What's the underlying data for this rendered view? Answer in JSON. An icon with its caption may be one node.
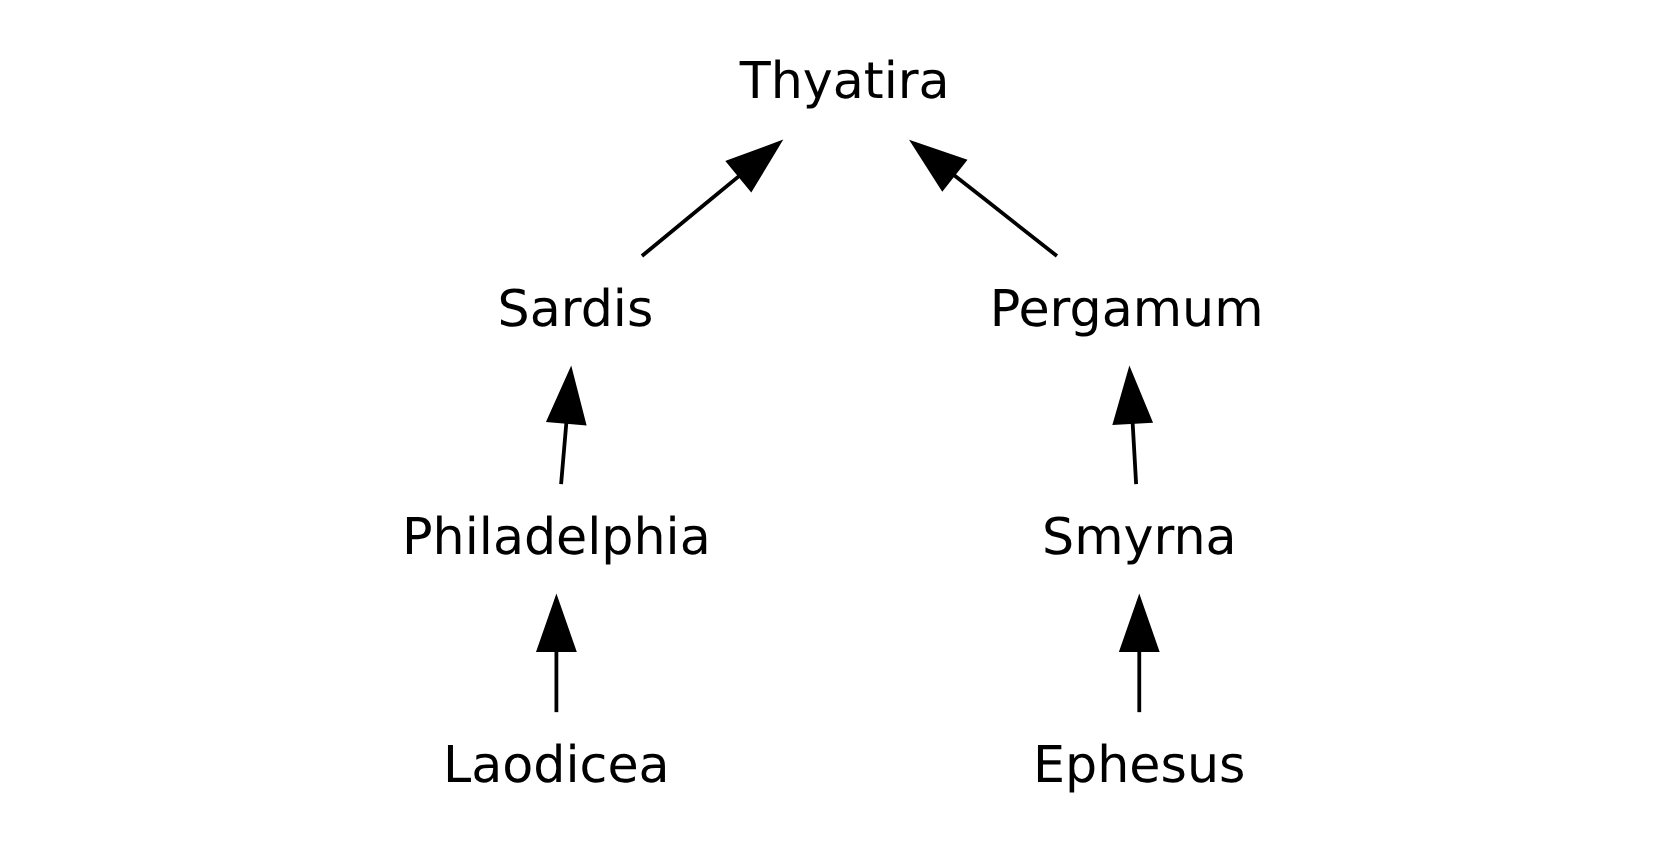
{
  "diagram": {
    "nodes": [
      {
        "text": [
          "Thyatira"
        ]
      },
      {
        "text": [
          "Sardis"
        ]
      },
      {
        "text": [
          "Pergamum"
        ]
      },
      {
        "text": [
          "Philadelphia"
        ]
      },
      {
        "text": [
          "Smyrna"
        ]
      },
      {
        "text": [
          "Laodicea"
        ]
      },
      {
        "text": [
          "Ephesus"
        ]
      }
    ],
    "edges": [
      {
        "from": 1,
        "to": 0,
        "arrow": "to"
      },
      {
        "from": 2,
        "to": 0,
        "arrow": "to"
      },
      {
        "from": 3,
        "to": 1,
        "arrow": "to"
      },
      {
        "from": 4,
        "to": 2,
        "arrow": "to"
      },
      {
        "from": 5,
        "to": 3,
        "arrow": "to"
      },
      {
        "from": 6,
        "to": 4,
        "arrow": "to"
      }
    ]
  }
}
